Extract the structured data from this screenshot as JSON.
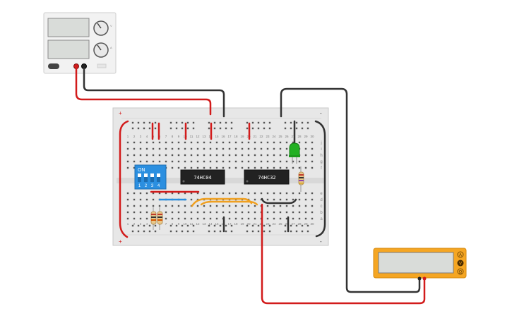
{
  "power_supply": {
    "knob_labels": [
      "V",
      "A"
    ]
  },
  "ics": [
    {
      "label": "74HC04"
    },
    {
      "label": "74HC32"
    }
  ],
  "dip_switch": {
    "on_label": "ON",
    "numbers": [
      "1",
      "2",
      "3",
      "4"
    ]
  },
  "breadboard": {
    "column_numbers": [
      "1",
      "2",
      "3",
      "4",
      "5",
      "6",
      "7",
      "8",
      "9",
      "10",
      "11",
      "12",
      "13",
      "14",
      "15",
      "16",
      "17",
      "18",
      "19",
      "20",
      "21",
      "22",
      "23",
      "24",
      "25",
      "26",
      "27",
      "28",
      "29",
      "30"
    ],
    "top_row_letters": [
      "j",
      "i",
      "h",
      "g",
      "f"
    ],
    "bottom_row_letters": [
      "e",
      "d",
      "c",
      "b",
      "a"
    ],
    "rail_plus": "+",
    "rail_minus": "-"
  },
  "multimeter": {
    "buttons": [
      "A",
      "V",
      "Ω"
    ]
  },
  "colors": {
    "wire_red": "#e01e1e",
    "wire_black": "#333333",
    "wire_orange": "#f0a020",
    "wire_blue": "#2a8fe0",
    "led_green": "#22b022",
    "multimeter_body": "#f5a623",
    "dip_body": "#2b8fe0"
  }
}
